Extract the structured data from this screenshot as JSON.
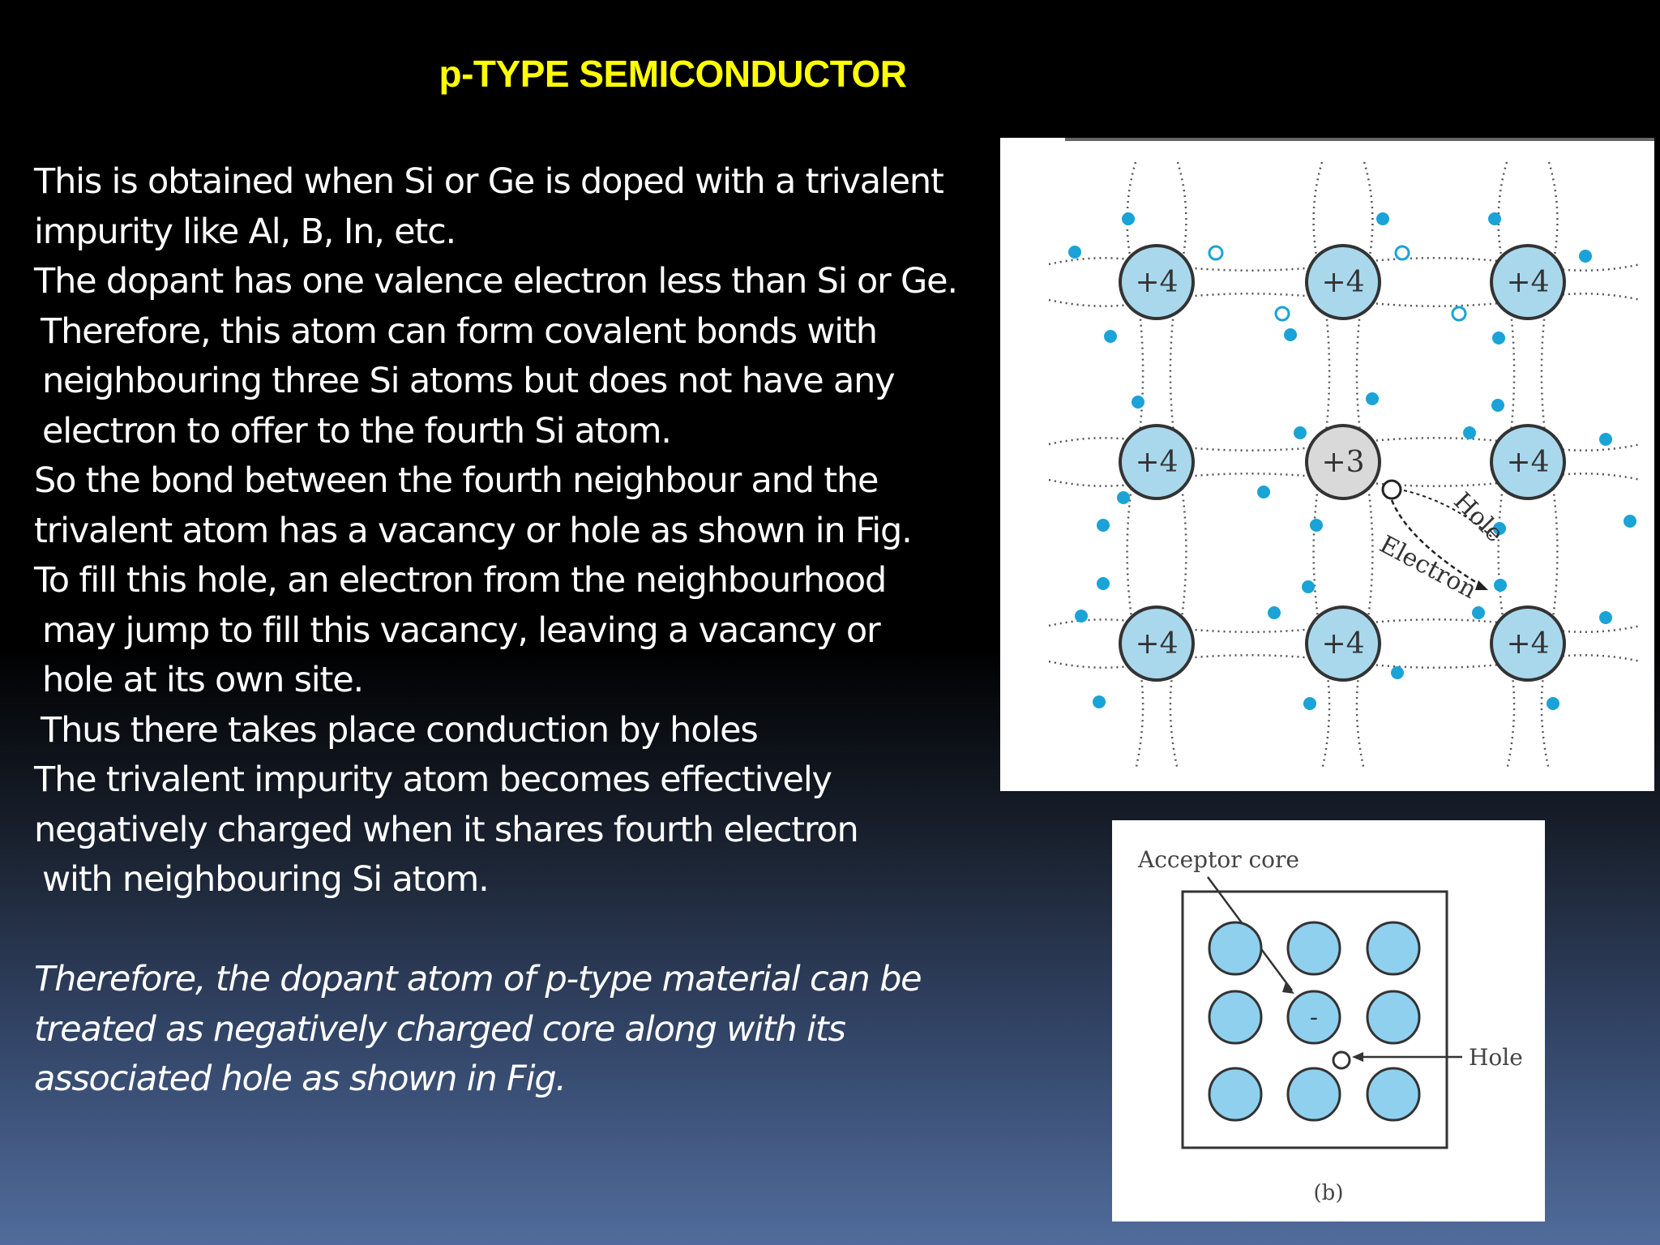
{
  "title": "p-TYPE SEMICONDUCTOR",
  "lines": [
    "This is obtained when Si or Ge is doped with a trivalent",
    "impurity like Al, B, In, etc.",
    "The dopant has one valence electron less than Si or Ge.",
    "Therefore, this atom can form covalent bonds with",
    "neighbouring three Si atoms but does not have any",
    "electron to offer to the fourth Si atom.",
    "So the bond between the fourth neighbour and the",
    "trivalent atom has a vacancy or hole as shown in Fig.",
    "To fill this  hole, an electron from the neighbourhood",
    "may jump to fill this vacancy, leaving a vacancy or",
    "hole at its own site.",
    "Thus there takes place conduction by  holes",
    "The trivalent impurity atom becomes effectively",
    "negatively charged when it shares fourth electron",
    "with neighbouring Si atom."
  ],
  "conclusion": [
    "Therefore, the dopant atom of p-type material can be",
    "treated as negatively charged core along with its",
    "associated hole as shown in Fig."
  ],
  "figure_a": {
    "atom_charges": [
      "+4",
      "+4",
      "+4",
      "+4",
      "+3",
      "+4",
      "+4",
      "+4",
      "+4"
    ],
    "hole_label": "Hole",
    "electron_label": "Electron",
    "colors": {
      "atom_fill": "#a9d8ec",
      "impurity_fill": "#d9d9d9",
      "electron": "#1aa3d6"
    }
  },
  "figure_b": {
    "acceptor_label": "Acceptor core",
    "hole_label": "Hole",
    "acceptor_sign": "-",
    "caption": "(b)",
    "colors": {
      "atom_fill": "#8fd0ee"
    }
  }
}
